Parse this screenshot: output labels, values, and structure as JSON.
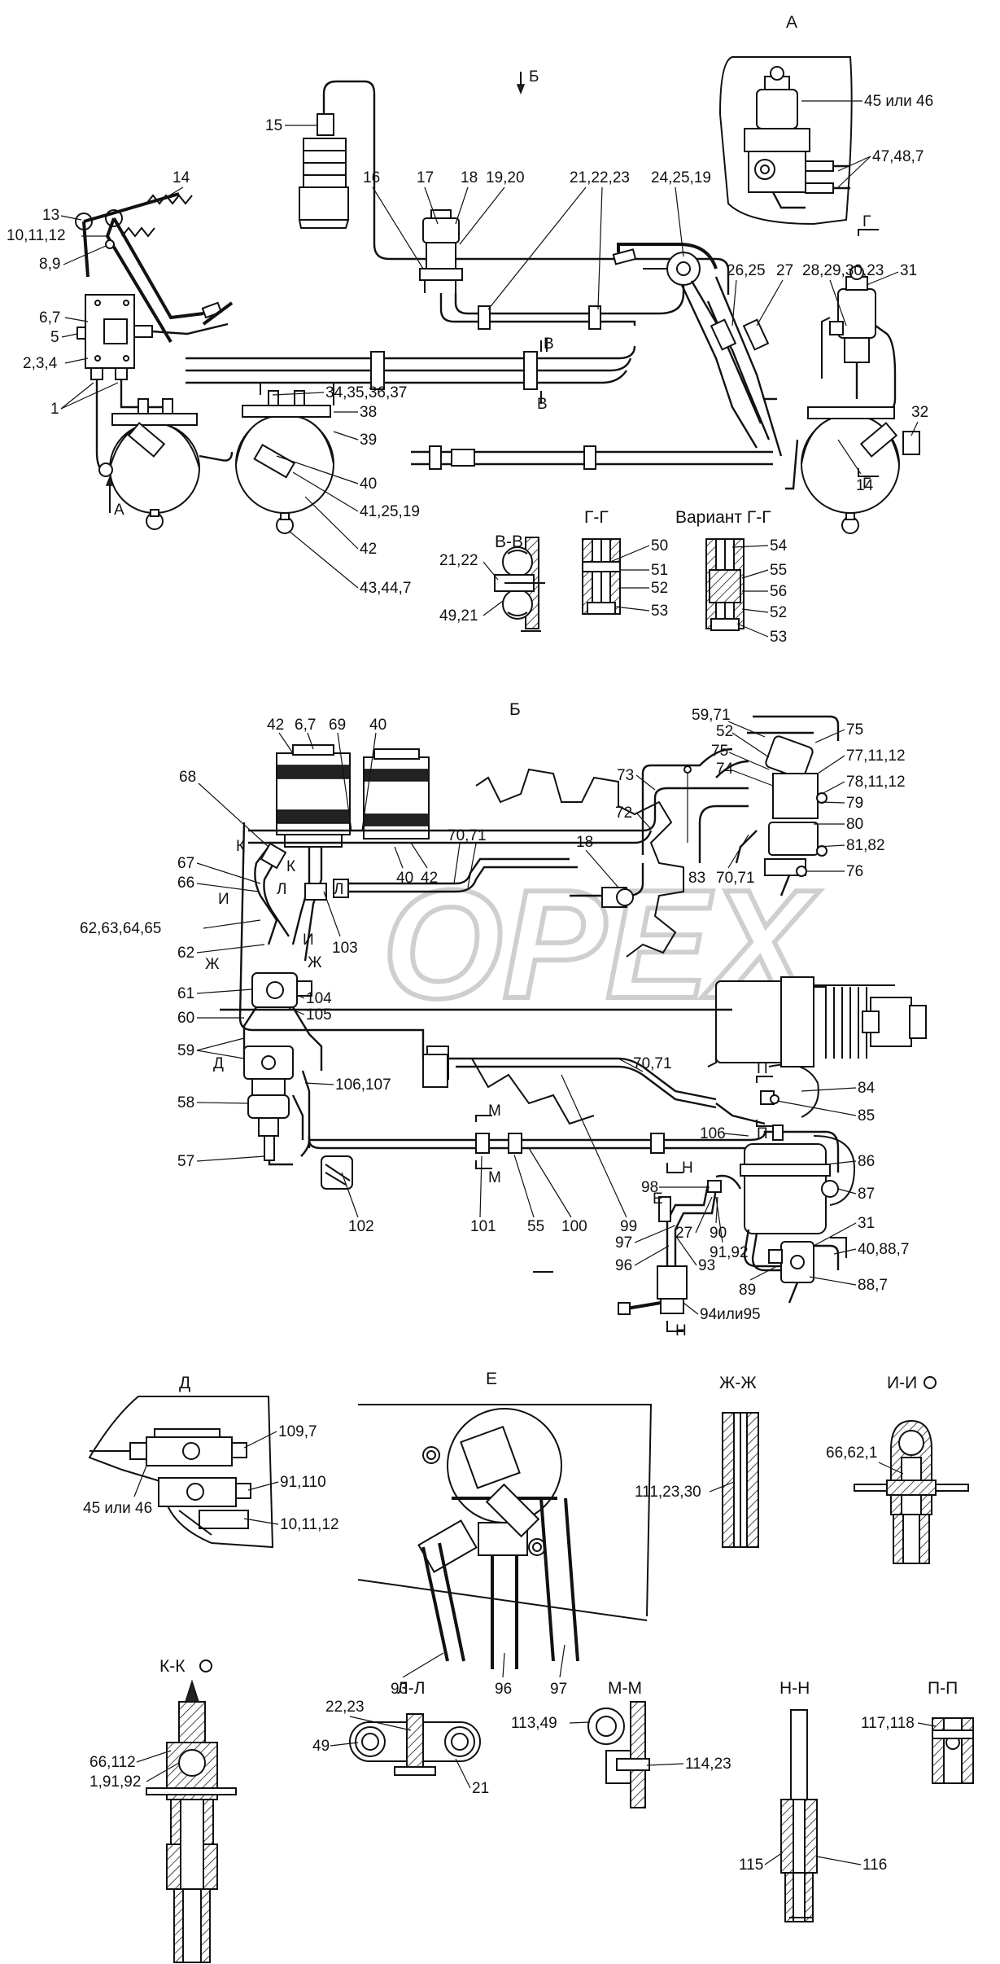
{
  "watermark": "OPEX",
  "views": {
    "A": "А",
    "B": "Б",
    "B_arrow": "Б",
    "VV": "В-В",
    "GG": "Г-Г",
    "GG_variant": "Вариант  Г-Г",
    "D": "Д",
    "E": "Е",
    "ZhZh": "Ж-Ж",
    "II": "И-И",
    "KK": "К-К",
    "LL": "Л-Л",
    "MM": "М-М",
    "NN": "Н-Н",
    "PP": "П-П"
  },
  "section_marks": {
    "A_arrow": "А",
    "V": "В",
    "G": "Г",
    "K": "К",
    "I": "И",
    "Zh": "Ж",
    "D": "Д",
    "P": "П",
    "M": "М",
    "N": "Н",
    "E": "Е",
    "L": "Л"
  },
  "labels_top": {
    "l15": "15",
    "l16": "16",
    "l17": "17",
    "l18": "18",
    "l19_20": "19,20",
    "l21_22_23": "21,22,23",
    "l24_25_19": "24,25,19",
    "l26_25": "26,25",
    "l27": "27",
    "l28_29_30_23": "28,29,30,23",
    "l31": "31",
    "l32": "32",
    "l14a": "14",
    "l14b": "14",
    "l13": "13",
    "l10_11_12": "10,11,12",
    "l8_9": "8,9",
    "l6_7": "6,7",
    "l5": "5",
    "l2_3_4": "2,3,4",
    "l1": "1",
    "l34_37": "34,35,36,37",
    "l38": "38",
    "l39": "39",
    "l40": "40",
    "l41_25_19": "41,25,19",
    "l42": "42",
    "l43_44_7": "43,44,7",
    "l45or46": "45 или 46",
    "l47_48_7": "47,48,7"
  },
  "labels_sections": {
    "l21_22": "21,22",
    "l49_21": "49,21",
    "l50": "50",
    "l51": "51",
    "l52a": "52",
    "l53a": "53",
    "l54": "54",
    "l55a": "55",
    "l56": "56",
    "l52b": "52",
    "l53b": "53"
  },
  "labels_mid": {
    "l42": "42",
    "l6_7": "6,7",
    "l69": "69",
    "l40a": "40",
    "l59_71": "59,71",
    "l75a": "75",
    "l52": "52",
    "l75b": "75",
    "l74": "74",
    "l77_11_12": "77,11,12",
    "l78_11_12": "78,11,12",
    "l79": "79",
    "l80": "80",
    "l81_82": "81,82",
    "l76": "76",
    "l73": "73",
    "l72": "72",
    "l68": "68",
    "l70_71a": "70,71",
    "l18": "18",
    "l83": "83",
    "l70_71b": "70,71",
    "l40b": "40",
    "l42b": "42",
    "l67": "67",
    "l66": "66",
    "l62_65": "62,63,64,65",
    "l62": "62",
    "l103": "103",
    "l61": "61",
    "l104": "104",
    "l105": "105",
    "l60": "60",
    "l59": "59",
    "l58": "58",
    "l106_107": "106,107",
    "l70_71c": "70,71",
    "l84": "84",
    "l85": "85",
    "l106": "106",
    "l86": "86",
    "l87": "87",
    "l57": "57",
    "l98": "98",
    "l27": "27",
    "l90": "90",
    "l91_92": "91,92",
    "l97": "97",
    "l96": "96",
    "l93": "93",
    "l31": "31",
    "l40_88_7": "40,88,7",
    "l88_7": "88,7",
    "l89": "89",
    "l94or95": "94или95",
    "l102": "102",
    "l101": "101",
    "l55": "55",
    "l100": "100",
    "l99": "99"
  },
  "labels_bottom": {
    "l109_7": "109,7",
    "l45or46": "45 или 46",
    "l91_110": "91,110",
    "l10_11_12": "10,11,12",
    "l93": "93",
    "l96": "96",
    "l97": "97",
    "l111_23_30": "111,23,30",
    "l66_62_1": "66,62,1",
    "l66_112": "66,112",
    "l1_91_92": "1,91,92",
    "l22_23": "22,23",
    "l49": "49",
    "l21": "21",
    "l113_49": "113,49",
    "l114_23": "114,23",
    "l115": "115",
    "l116": "116",
    "l117_118": "117,118"
  }
}
